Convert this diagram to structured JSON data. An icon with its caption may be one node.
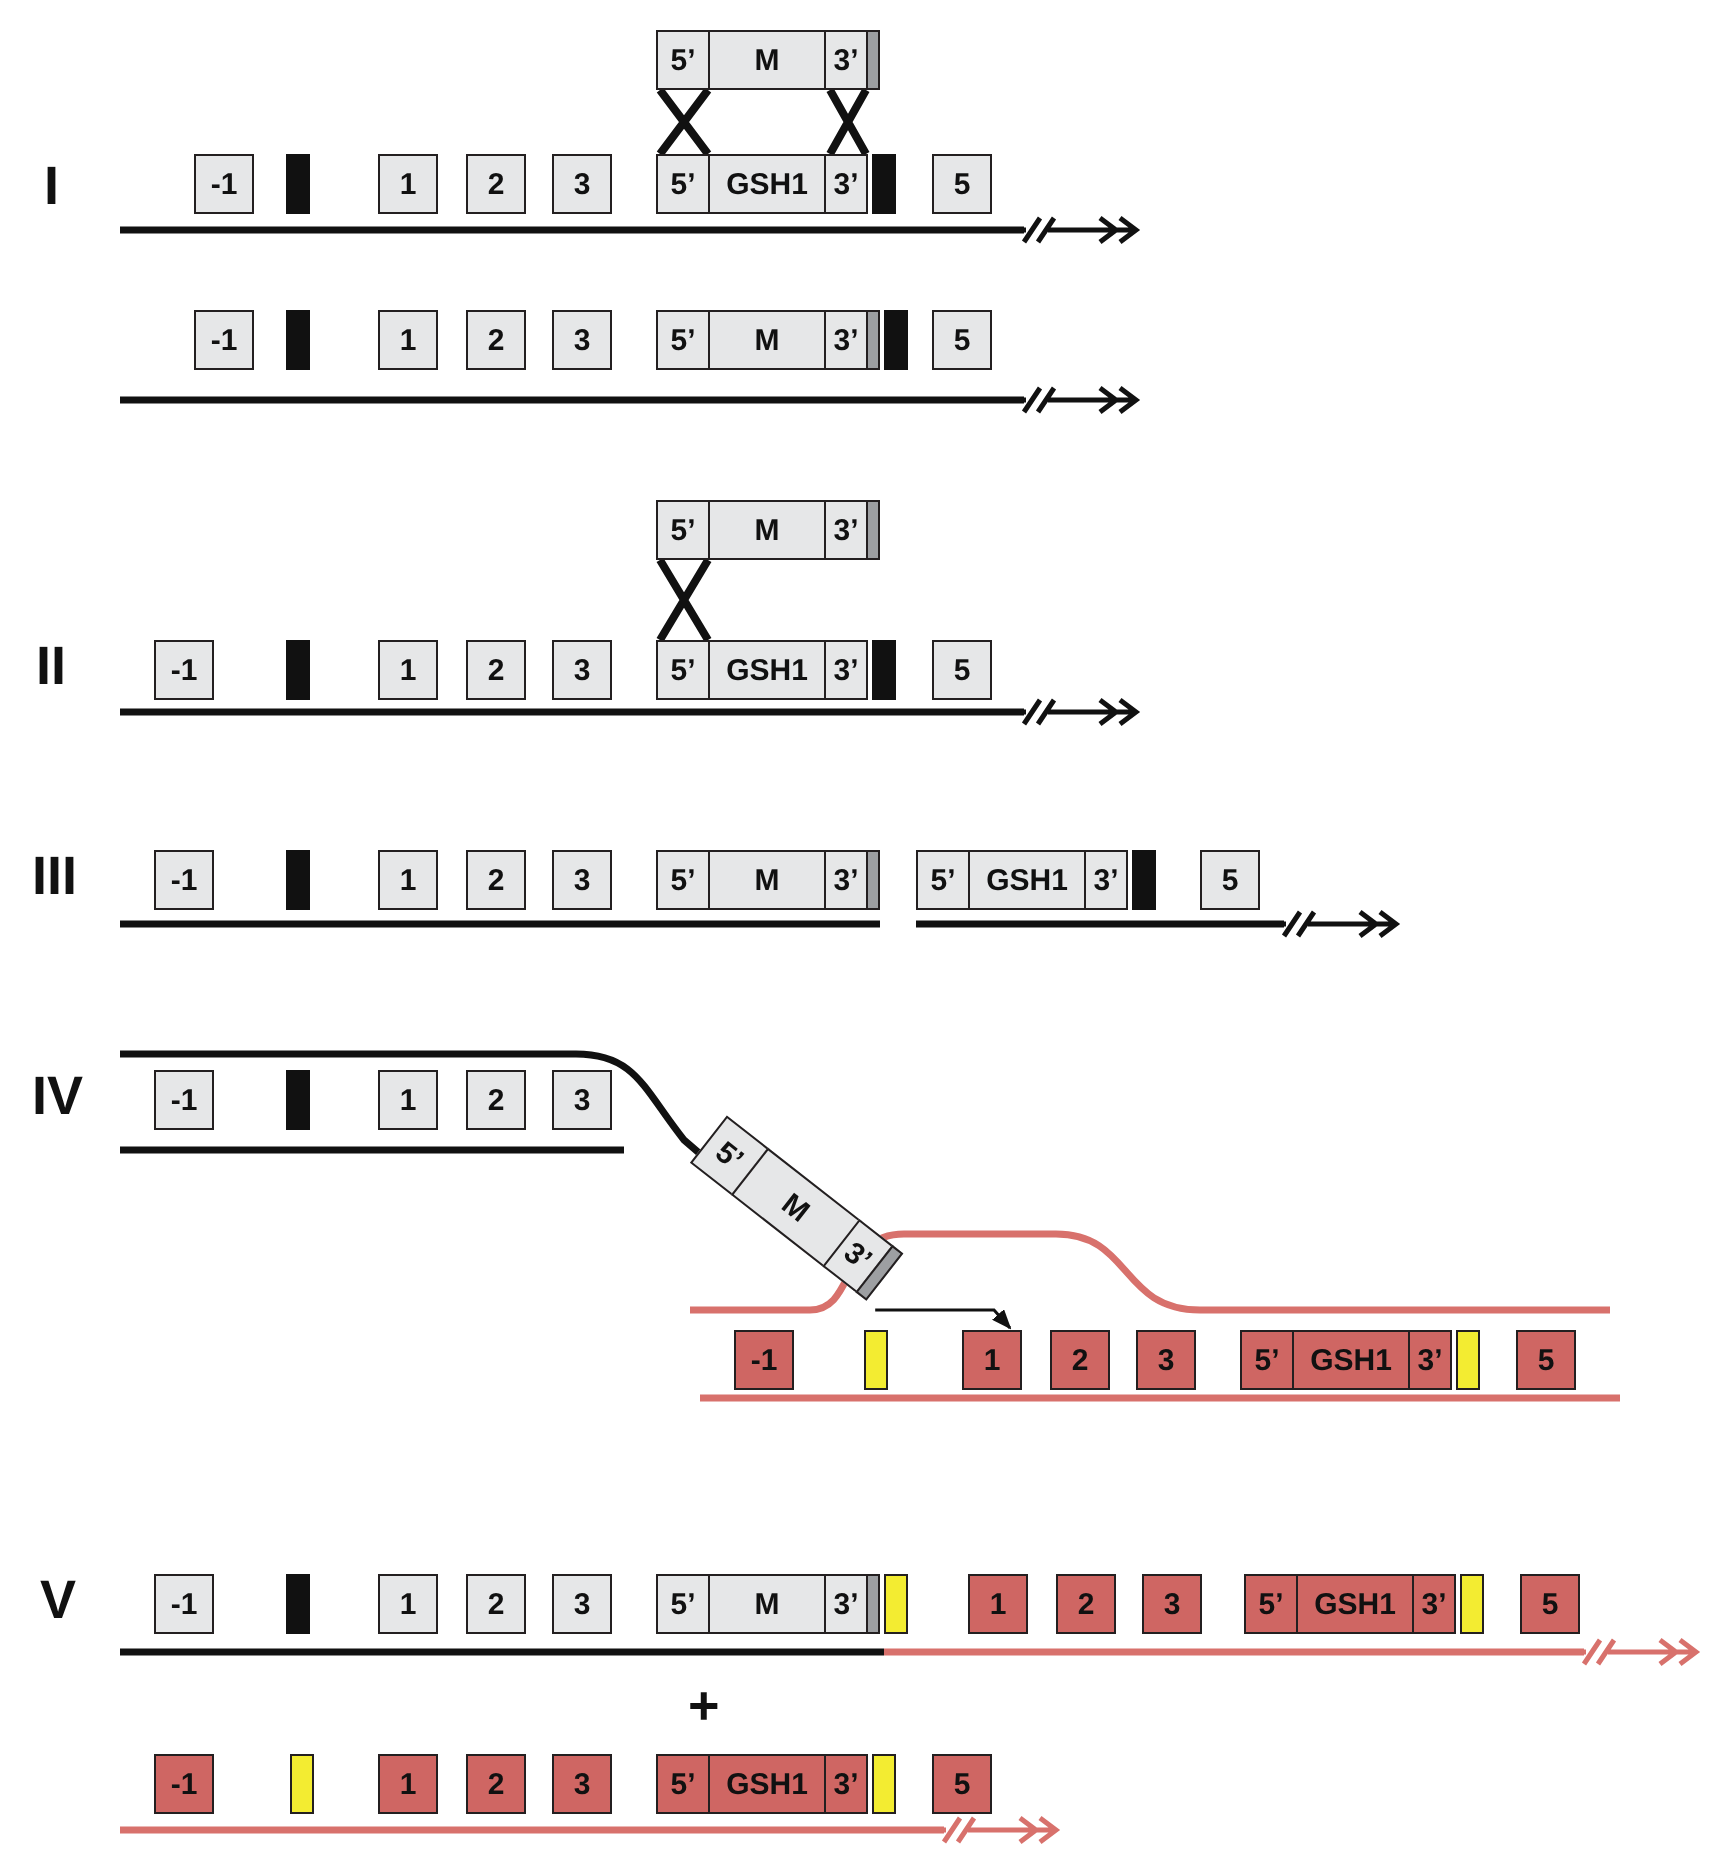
{
  "diagram": {
    "nodes": [
      {
        "text": [
          "5’",
          "M",
          "3’"
        ]
      },
      {
        "text": [
          "-1"
        ]
      },
      {
        "text": [],
        "shape": "bar"
      },
      {
        "text": [
          "1"
        ]
      },
      {
        "text": [
          "2"
        ]
      },
      {
        "text": [
          "3"
        ]
      },
      {
        "text": [
          "5’",
          "GSH1",
          "3’"
        ]
      },
      {
        "text": [],
        "shape": "bar"
      },
      {
        "text": [
          "5"
        ]
      },
      {
        "text": [
          "-1"
        ]
      },
      {
        "text": [],
        "shape": "bar"
      },
      {
        "text": [
          "1"
        ]
      },
      {
        "text": [
          "2"
        ]
      },
      {
        "text": [
          "3"
        ]
      },
      {
        "text": [
          "5’",
          "M",
          "3’"
        ]
      },
      {
        "text": [],
        "shape": "bar"
      },
      {
        "text": [
          "5"
        ]
      },
      {
        "text": [
          "5’",
          "M",
          "3’"
        ]
      },
      {
        "text": [
          "-1"
        ]
      },
      {
        "text": [],
        "shape": "bar"
      },
      {
        "text": [
          "1"
        ]
      },
      {
        "text": [
          "2"
        ]
      },
      {
        "text": [
          "3"
        ]
      },
      {
        "text": [
          "5’",
          "GSH1",
          "3’"
        ]
      },
      {
        "text": [],
        "shape": "bar"
      },
      {
        "text": [
          "5"
        ]
      },
      {
        "text": [
          "-1"
        ]
      },
      {
        "text": [],
        "shape": "bar"
      },
      {
        "text": [
          "1"
        ]
      },
      {
        "text": [
          "2"
        ]
      },
      {
        "text": [
          "3"
        ]
      },
      {
        "text": [
          "5’",
          "M",
          "3’"
        ]
      },
      {
        "text": [
          "5’",
          "GSH1",
          "3’"
        ]
      },
      {
        "text": [],
        "shape": "bar"
      },
      {
        "text": [
          "5"
        ]
      },
      {
        "text": [
          "-1"
        ]
      },
      {
        "text": [],
        "shape": "bar"
      },
      {
        "text": [
          "1"
        ]
      },
      {
        "text": [
          "2"
        ]
      },
      {
        "text": [
          "3"
        ]
      },
      {
        "text": [
          "5’",
          "M",
          "3’"
        ]
      },
      {
        "text": [
          "-1"
        ]
      },
      {
        "text": [],
        "shape": "bar"
      },
      {
        "text": [
          "1"
        ]
      },
      {
        "text": [
          "2"
        ]
      },
      {
        "text": [
          "3"
        ]
      },
      {
        "text": [
          "5’",
          "GSH1",
          "3’"
        ]
      },
      {
        "text": [],
        "shape": "bar"
      },
      {
        "text": [
          "5"
        ]
      },
      {
        "text": [
          "-1"
        ]
      },
      {
        "text": [],
        "shape": "bar"
      },
      {
        "text": [
          "1"
        ]
      },
      {
        "text": [
          "2"
        ]
      },
      {
        "text": [
          "3"
        ]
      },
      {
        "text": [
          "5’",
          "M",
          "3’"
        ]
      },
      {
        "text": [],
        "shape": "bar"
      },
      {
        "text": [
          "1"
        ]
      },
      {
        "text": [
          "2"
        ]
      },
      {
        "text": [
          "3"
        ]
      },
      {
        "text": [
          "5’",
          "GSH1",
          "3’"
        ]
      },
      {
        "text": [],
        "shape": "bar"
      },
      {
        "text": [
          "5"
        ]
      },
      {
        "text": [
          "-1"
        ]
      },
      {
        "text": [],
        "shape": "bar"
      },
      {
        "text": [
          "1"
        ]
      },
      {
        "text": [
          "2"
        ]
      },
      {
        "text": [
          "3"
        ]
      },
      {
        "text": [
          "5’",
          "GSH1",
          "3’"
        ]
      },
      {
        "text": [],
        "shape": "bar"
      },
      {
        "text": [
          "5"
        ]
      }
    ],
    "edges": [
      {
        "from": 0,
        "to": 6,
        "arrow": "none"
      },
      {
        "from": 0,
        "to": 6,
        "arrow": "none"
      },
      {
        "from": 17,
        "to": 23,
        "arrow": "none"
      },
      {
        "from": 40,
        "to": 43,
        "arrow": "to"
      }
    ],
    "labels": [
      "I",
      "II",
      "III",
      "IV",
      "V",
      "+"
    ]
  }
}
